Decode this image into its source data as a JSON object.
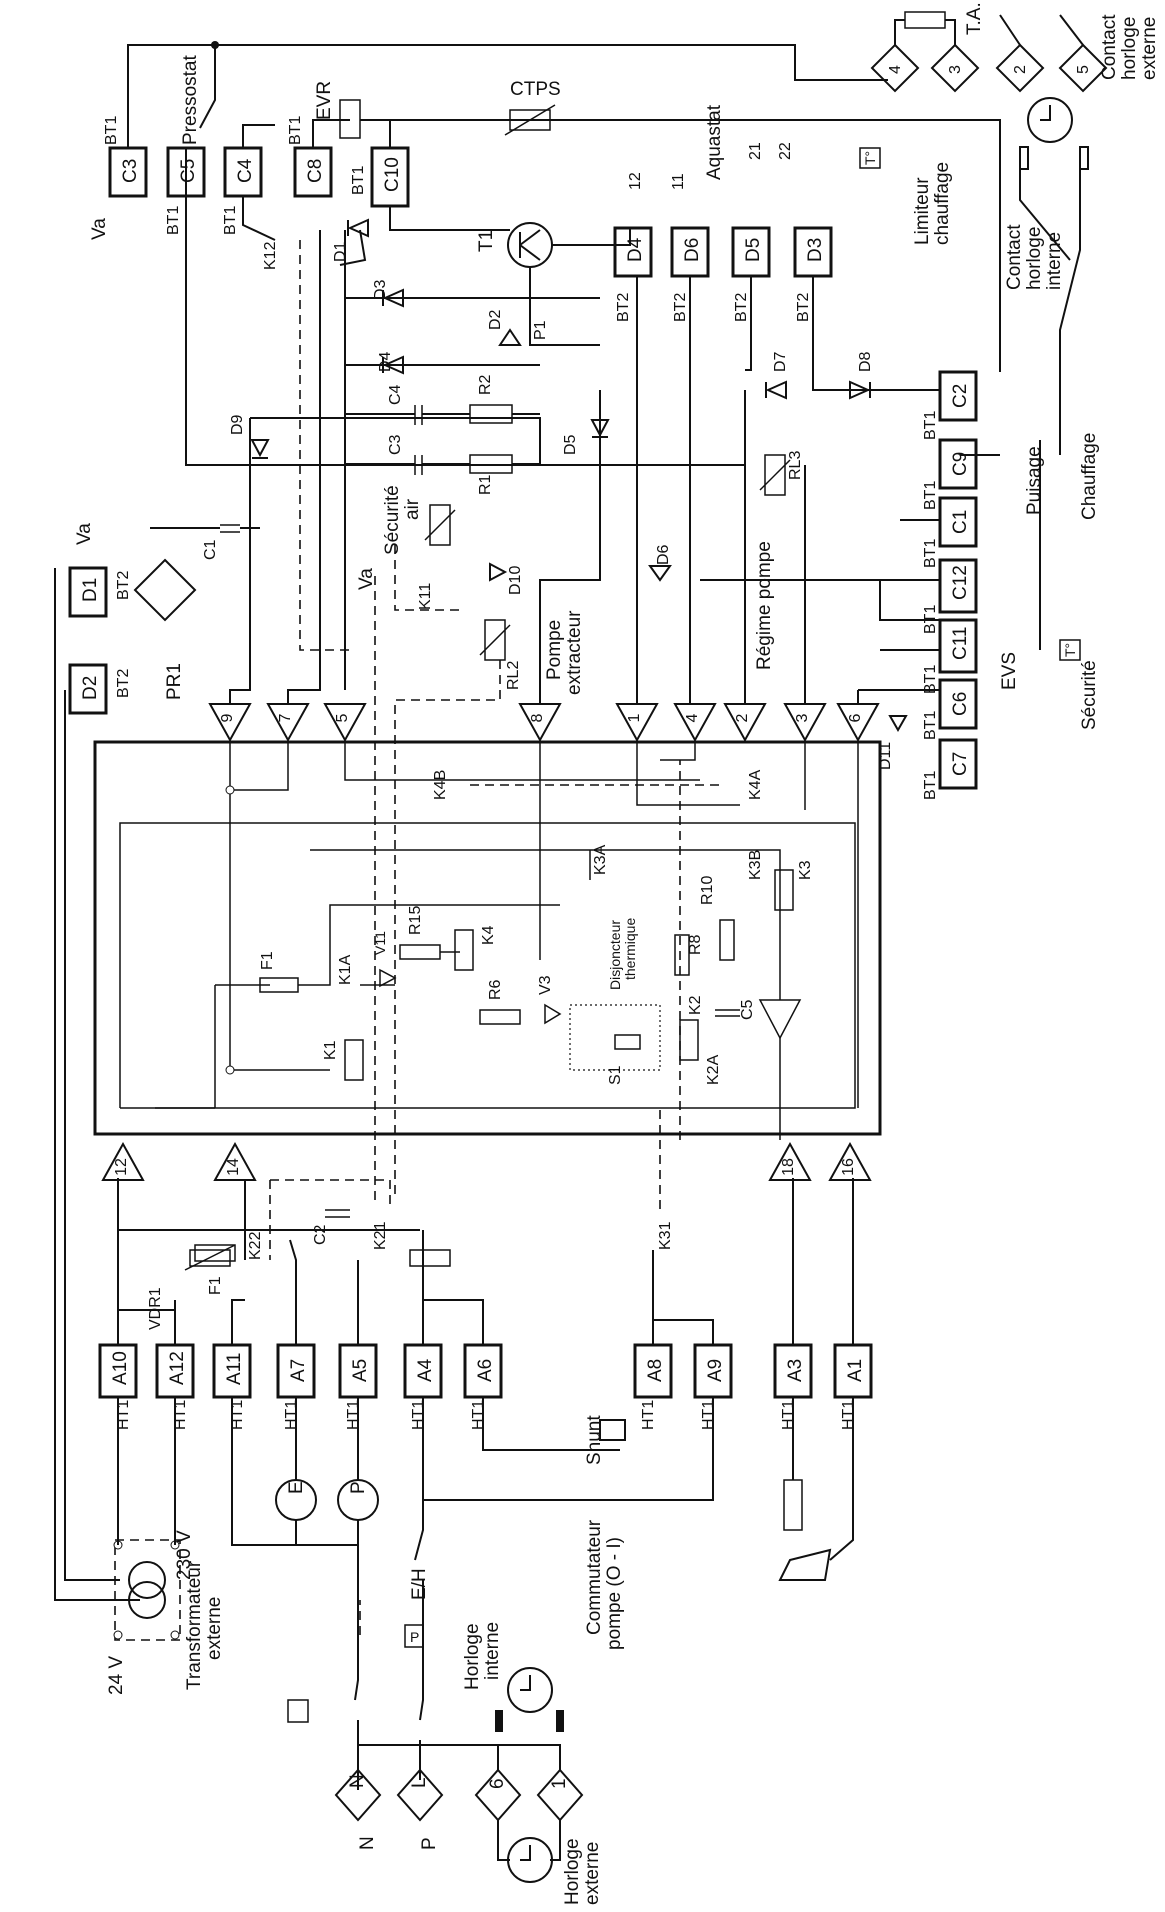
{
  "main_block": {
    "pins_top": [
      "9",
      "7",
      "5",
      "8",
      "1",
      "4",
      "2",
      "3",
      "6"
    ],
    "pins_bottom": [
      "12",
      "14",
      "18",
      "16"
    ],
    "inner_labels": {
      "f1": "F1",
      "k1": "K1",
      "k1a": "K1A",
      "v11": "V11",
      "r15": "R15",
      "k4": "K4",
      "r6": "R6",
      "v3": "V3",
      "s1": "S1",
      "disj": "Disjoncteur",
      "disj2": "thermique",
      "k3a": "K3A",
      "k3b": "K3B",
      "k3": "K3",
      "r8": "R8",
      "r10": "R10",
      "c5": "C5",
      "k2": "K2",
      "k2a": "K2A",
      "k4a": "K4A",
      "k4b": "K4B"
    }
  },
  "bt_connectors": [
    {
      "id": "C3",
      "bt": "BT1"
    },
    {
      "id": "C5",
      "bt": "BT1"
    },
    {
      "id": "C4",
      "bt": "BT1"
    },
    {
      "id": "C8",
      "bt": "BT1"
    },
    {
      "id": "C10",
      "bt": "BT1"
    },
    {
      "id": "D4",
      "bt": "BT2"
    },
    {
      "id": "D6",
      "bt": "BT2"
    },
    {
      "id": "D5",
      "bt": "BT2"
    },
    {
      "id": "D3",
      "bt": "BT2"
    },
    {
      "id": "D1",
      "bt": "BT2"
    },
    {
      "id": "D2",
      "bt": "BT2"
    },
    {
      "id": "C2",
      "bt": "BT1"
    },
    {
      "id": "C9",
      "bt": "BT1"
    },
    {
      "id": "C1",
      "bt": "BT1"
    },
    {
      "id": "C12",
      "bt": "BT1"
    },
    {
      "id": "C11",
      "bt": "BT1"
    },
    {
      "id": "C6",
      "bt": "BT1"
    },
    {
      "id": "C7",
      "bt": "BT1"
    }
  ],
  "ht_connectors": [
    {
      "id": "A10",
      "ht": "HT1"
    },
    {
      "id": "A12",
      "ht": "HT1"
    },
    {
      "id": "A11",
      "ht": "HT1"
    },
    {
      "id": "A7",
      "ht": "HT1"
    },
    {
      "id": "A5",
      "ht": "HT1"
    },
    {
      "id": "A4",
      "ht": "HT1"
    },
    {
      "id": "A6",
      "ht": "HT1"
    },
    {
      "id": "A8",
      "ht": "HT1"
    },
    {
      "id": "A9",
      "ht": "HT1"
    },
    {
      "id": "A3",
      "ht": "HT1"
    },
    {
      "id": "A1",
      "ht": "HT1"
    }
  ],
  "terminals_top": [
    "4",
    "3",
    "2",
    "5"
  ],
  "terminals_bottom": [
    "N",
    "L",
    "6",
    "1"
  ],
  "labels": {
    "va1": "Va",
    "va2": "Va",
    "pressostat": "Pressostat",
    "evr": "EVR",
    "ctps": "CTPS",
    "ta": "T.A.",
    "contact_ext_1": "Contact",
    "contact_ext_2": "horloge",
    "contact_ext_3": "externe",
    "contact_int_1": "Contact",
    "contact_int_2": "horloge",
    "contact_int_3": "interne",
    "aquastat": "Aquastat",
    "n12": "12",
    "n11": "11",
    "n21": "21",
    "n22": "22",
    "limiteur_1": "Limiteur",
    "limiteur_2": "chauffage",
    "k12": "K12",
    "d1": "D1",
    "t1": "T1",
    "d3": "D3",
    "d2": "D2",
    "p1": "P1",
    "d4": "D4",
    "d7": "D7",
    "d8": "D8",
    "d9": "D9",
    "c4": "C4",
    "c3": "C3",
    "r2": "R2",
    "r1": "R1",
    "d5": "D5",
    "securite_air_1": "Sécurité",
    "securite_air_2": "air",
    "rl3": "RL3",
    "c1": "C1",
    "puisage": "Puisage",
    "chauffage": "Chauffage",
    "k11": "K11",
    "d10": "D10",
    "d6": "D6",
    "regime_pompe": "Régime pompe",
    "pompe_1": "Pompe",
    "pompe_2": "extracteur",
    "pr1": "PR1",
    "rl2": "RL2",
    "evs": "EVS",
    "securite": "Sécurité",
    "d11": "D11",
    "k22": "K22",
    "k21": "K21",
    "c2": "C2",
    "k31": "K31",
    "vdr1": "VDR1",
    "f1": "F1",
    "v230": "230 V",
    "v24": "24 V",
    "transfo_1": "Transformateur",
    "transfo_2": "externe",
    "shunt": "Shunt",
    "e": "E",
    "p": "P",
    "eh": "E/H",
    "commutateur_1": "Commutateur",
    "commutateur_2": "pompe (O - I)",
    "horloge_int_1": "Horloge",
    "horloge_int_2": "interne",
    "horloge_ext_1": "Horloge",
    "horloge_ext_2": "externe",
    "n_label": "N",
    "p_label": "P",
    "to": "T°"
  }
}
